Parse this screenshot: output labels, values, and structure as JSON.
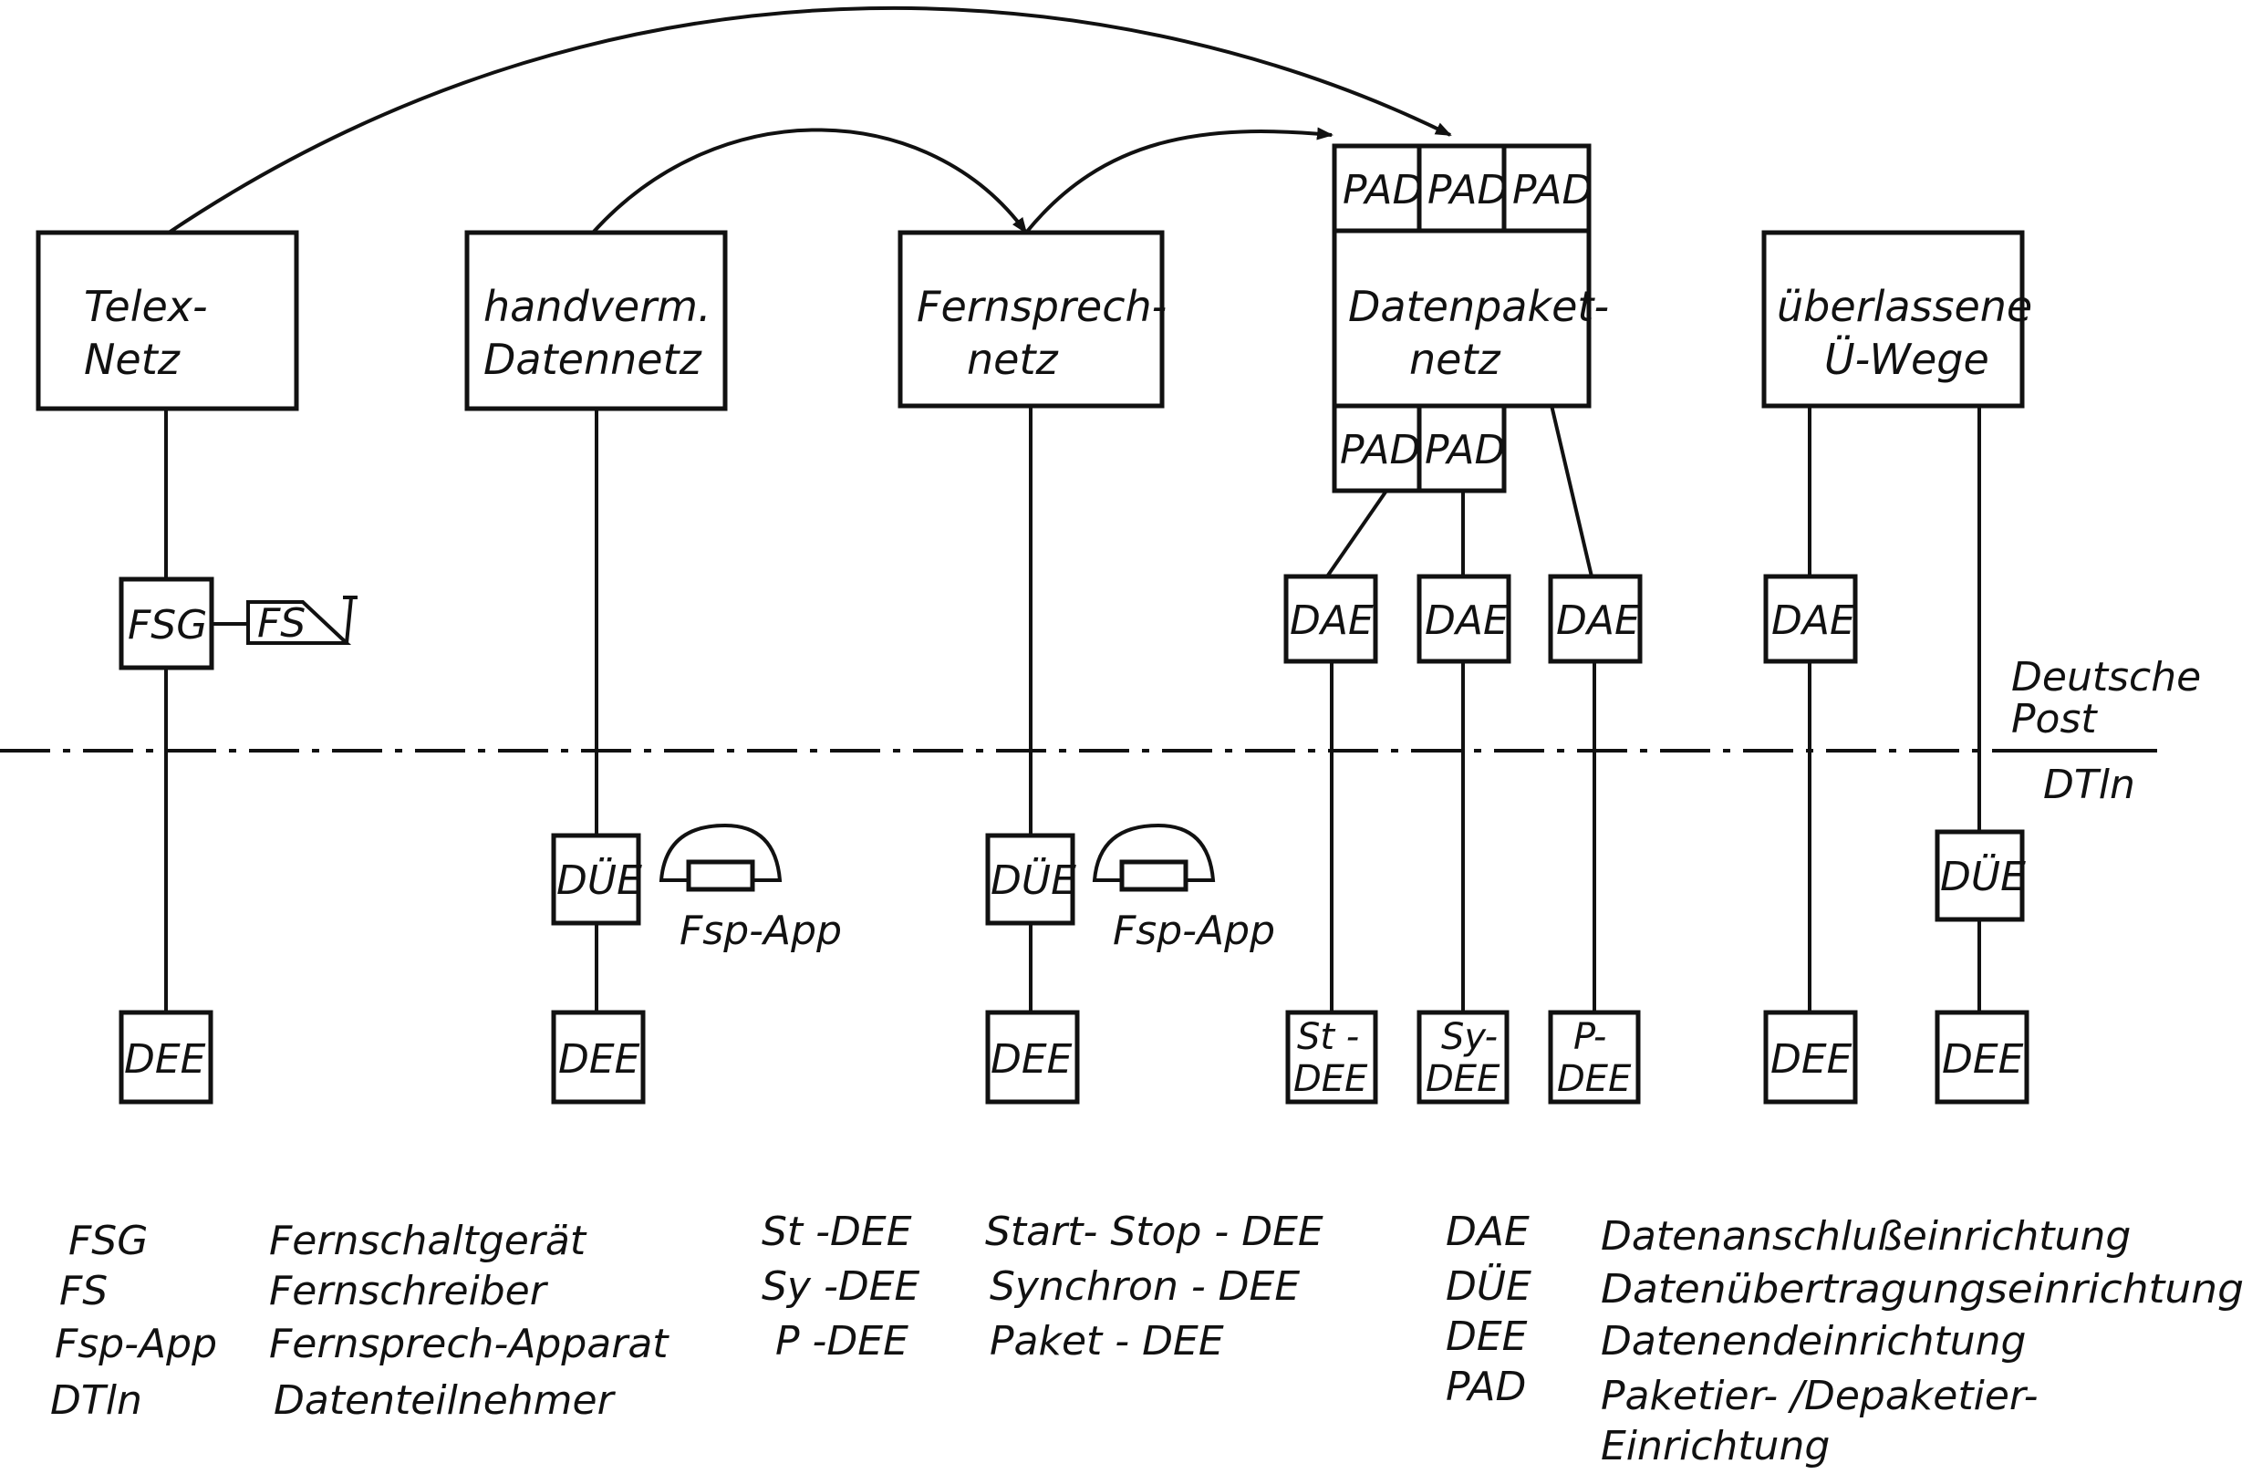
{
  "networks": {
    "telex": [
      "Telex-",
      "Netz"
    ],
    "handverm": [
      "handverm.",
      "Datennetz"
    ],
    "fernsprech": [
      "Fernsprech-",
      "netz"
    ],
    "datenpaket": [
      "Datenpaket-",
      "netz"
    ],
    "ueberlassene": [
      "überlassene",
      "Ü-Wege"
    ]
  },
  "pad": "PAD",
  "dae": "DAE",
  "due": "DÜE",
  "dee": "DEE",
  "fsg": "FSG",
  "fs": "FS",
  "fsp_app": "Fsp-App",
  "st_dee": [
    "St -",
    "DEE"
  ],
  "sy_dee": [
    "Sy-",
    "DEE"
  ],
  "p_dee": [
    "P-",
    "DEE"
  ],
  "boundary": {
    "upper": [
      "Deutsche",
      "Post"
    ],
    "lower": "DTln"
  },
  "legend": {
    "col1": [
      {
        "abbr": "FSG",
        "desc": "Fernschaltgerät"
      },
      {
        "abbr": "FS",
        "desc": "Fernschreiber"
      },
      {
        "abbr": "Fsp-App",
        "desc": "Fernsprech-Apparat"
      },
      {
        "abbr": "DTln",
        "desc": "Datenteilnehmer"
      }
    ],
    "col2": [
      {
        "abbr": "St -DEE",
        "desc": "Start- Stop - DEE"
      },
      {
        "abbr": "Sy -DEE",
        "desc": "Synchron - DEE"
      },
      {
        "abbr": "P -DEE",
        "desc": "Paket - DEE"
      }
    ],
    "col3": [
      {
        "abbr": "DAE",
        "desc": "Datenanschlußeinrichtung"
      },
      {
        "abbr": "DÜE",
        "desc": "Datenübertragungseinrichtung"
      },
      {
        "abbr": "DEE",
        "desc": "Datenendeinrichtung"
      },
      {
        "abbr": "PAD",
        "desc": "Paketier- /Depaketier-"
      },
      {
        "abbr": "",
        "desc": "Einrichtung"
      }
    ]
  }
}
